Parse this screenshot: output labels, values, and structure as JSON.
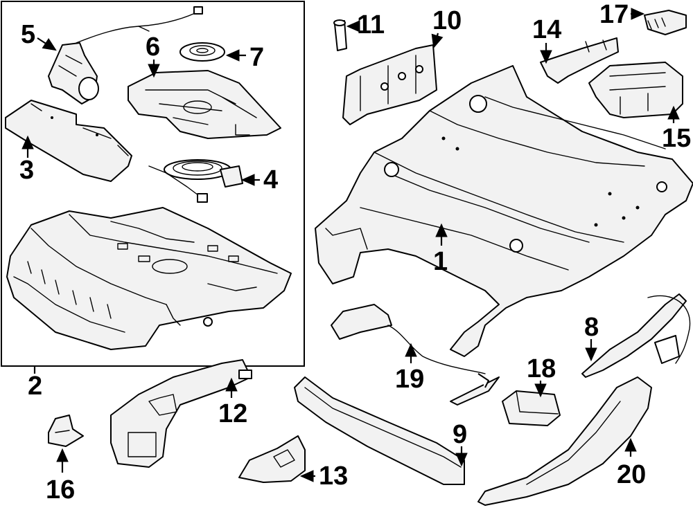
{
  "callouts": {
    "c1": "1",
    "c2": "2",
    "c3": "3",
    "c4": "4",
    "c5": "5",
    "c6": "6",
    "c7": "7",
    "c8": "8",
    "c9": "9",
    "c10": "10",
    "c11": "11",
    "c12": "12",
    "c13": "13",
    "c14": "14",
    "c15": "15",
    "c16": "16",
    "c17": "17",
    "c18": "18",
    "c19": "19",
    "c20": "20"
  },
  "colors": {
    "line": "#000000",
    "background": "#ffffff",
    "part_shade": "#f2f2f2"
  }
}
